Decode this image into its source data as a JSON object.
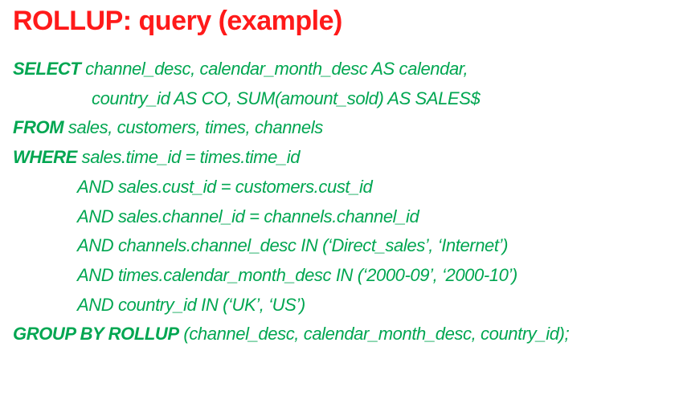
{
  "slide": {
    "title": "ROLLUP: query (example)",
    "colors": {
      "background": "#FFFFFF",
      "title": "#FF1A1A",
      "sql": "#00A651"
    },
    "sql_lines": [
      {
        "indent": 0,
        "segments": [
          {
            "text": "SELECT",
            "bold": true
          },
          {
            "text": " channel_desc, calendar_month_desc AS calendar,",
            "bold": false
          }
        ]
      },
      {
        "indent": 1,
        "segments": [
          {
            "text": "country_id AS CO, SUM(amount_sold) AS SALES$",
            "bold": false
          }
        ]
      },
      {
        "indent": 0,
        "segments": [
          {
            "text": "FROM",
            "bold": true
          },
          {
            "text": " sales, customers, times, channels",
            "bold": false
          }
        ]
      },
      {
        "indent": 0,
        "segments": [
          {
            "text": "WHERE",
            "bold": true
          },
          {
            "text": " sales.time_id = times.time_id",
            "bold": false
          }
        ]
      },
      {
        "indent": 2,
        "segments": [
          {
            "text": "AND sales.cust_id = customers.cust_id",
            "bold": false
          }
        ]
      },
      {
        "indent": 2,
        "segments": [
          {
            "text": "AND sales.channel_id = channels.channel_id",
            "bold": false
          }
        ]
      },
      {
        "indent": 2,
        "segments": [
          {
            "text": "AND channels.channel_desc IN (‘Direct_sales’, ‘Internet’)",
            "bold": false
          }
        ]
      },
      {
        "indent": 2,
        "segments": [
          {
            "text": "AND times.calendar_month_desc IN (‘2000-09’, ‘2000-10’)",
            "bold": false
          }
        ]
      },
      {
        "indent": 2,
        "segments": [
          {
            "text": "AND country_id IN (‘UK’, ‘US’)",
            "bold": false
          }
        ]
      },
      {
        "indent": 0,
        "segments": [
          {
            "text": "GROUP BY ROLLUP",
            "bold": true
          },
          {
            "text": " (channel_desc, calendar_month_desc, country_id);",
            "bold": false
          }
        ]
      }
    ]
  }
}
